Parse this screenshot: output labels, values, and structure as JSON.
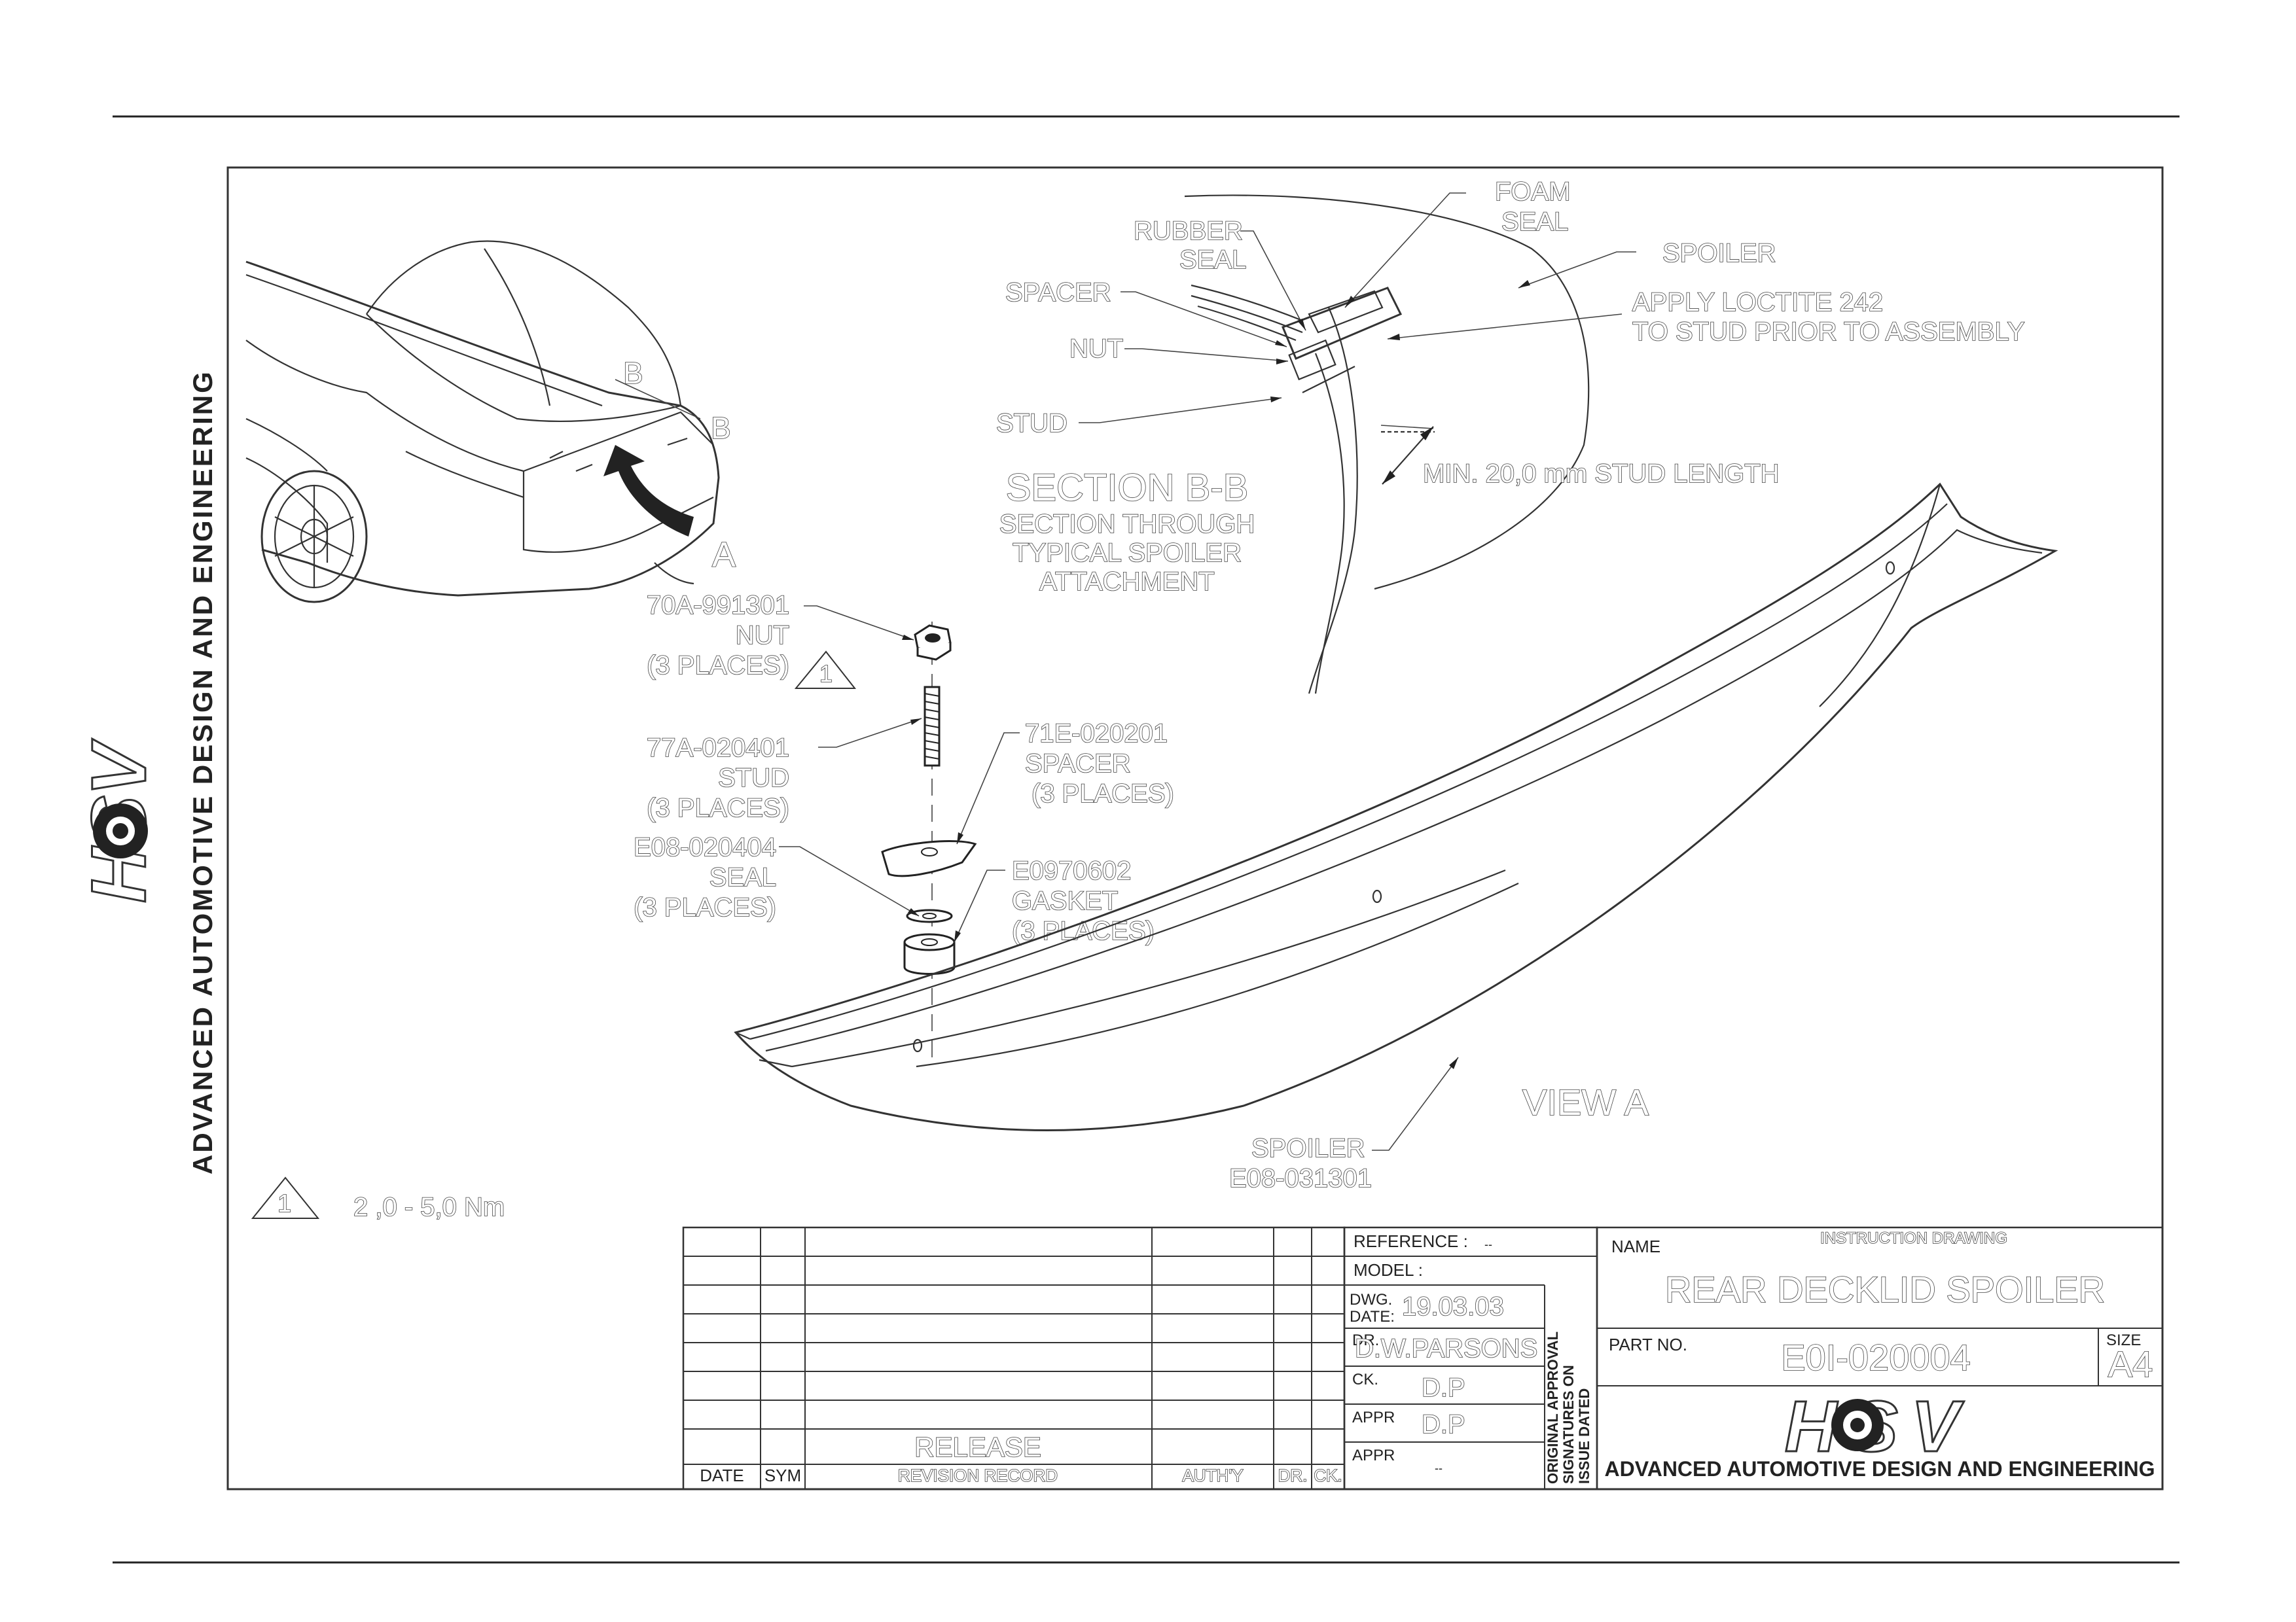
{
  "side_banner": {
    "text": "ADVANCED AUTOMOTIVE DESIGN AND ENGINEERING",
    "logo": "HSV"
  },
  "car_view_labels": {
    "b1": "B",
    "b2": "B",
    "a": "A"
  },
  "section": {
    "title": "SECTION B-B",
    "subtitle": [
      "SECTION THROUGH",
      "TYPICAL SPOILER",
      "ATTACHMENT"
    ],
    "callouts": {
      "foam_seal": [
        "FOAM",
        "SEAL"
      ],
      "rubber_seal": [
        "RUBBER",
        "SEAL"
      ],
      "spacer": "SPACER",
      "nut": "NUT",
      "stud": "STUD",
      "spoiler": "SPOILER",
      "loctite": [
        "APPLY LOCTITE 242",
        "TO STUD PRIOR TO ASSEMBLY"
      ],
      "min_length": "MIN. 20,0 mm STUD LENGTH"
    }
  },
  "parts": [
    {
      "id": "nut",
      "lines": [
        "70A-991301",
        "NUT",
        "(3 PLACES)"
      ]
    },
    {
      "id": "stud",
      "lines": [
        "77A-020401",
        "STUD",
        "(3 PLACES)"
      ]
    },
    {
      "id": "seal",
      "lines": [
        "E08-020404",
        "SEAL",
        "(3 PLACES)"
      ]
    },
    {
      "id": "spacer",
      "lines": [
        "71E-020201",
        "SPACER",
        "(3 PLACES)"
      ]
    },
    {
      "id": "gasket",
      "lines": [
        "E0970602",
        "GASKET",
        "(3 PLACES)"
      ]
    }
  ],
  "torque_note": {
    "marker": "1",
    "text": "2 ,0 - 5,0 Nm"
  },
  "view_a": {
    "title": "VIEW A",
    "spoiler_label": [
      "SPOILER",
      "E08-031301"
    ]
  },
  "title_block": {
    "revision": {
      "release": "RELEASE",
      "headers": [
        "DATE",
        "SYM",
        "REVISION RECORD",
        "AUTH'Y",
        "DR.",
        "CK."
      ]
    },
    "reference_label": "REFERENCE :",
    "reference_value": "--",
    "model_label": "MODEL :",
    "dwg_date_label": [
      "DWG.",
      "DATE:"
    ],
    "dwg_date": "19.03.03",
    "dr_label": "DR.",
    "dr": "D.W.PARSONS",
    "ck_label": "CK.",
    "ck": "D.P",
    "appr_label": "APPR",
    "appr": "D.P",
    "appr2_label": "APPR",
    "appr2": "--",
    "approval_note": [
      "ORIGINAL APPROVAL",
      "SIGNATURES ON",
      "ISSUE DATED"
    ],
    "name_label": "NAME",
    "drawing_type": "INSTRUCTION DRAWING",
    "name": "REAR DECKLID SPOILER",
    "part_no_label": "PART NO.",
    "part_no": "E0I-020004",
    "size_label": "SIZE",
    "size": "A4",
    "company": "ADVANCED AUTOMOTIVE DESIGN AND ENGINEERING",
    "logo": "HSV"
  }
}
